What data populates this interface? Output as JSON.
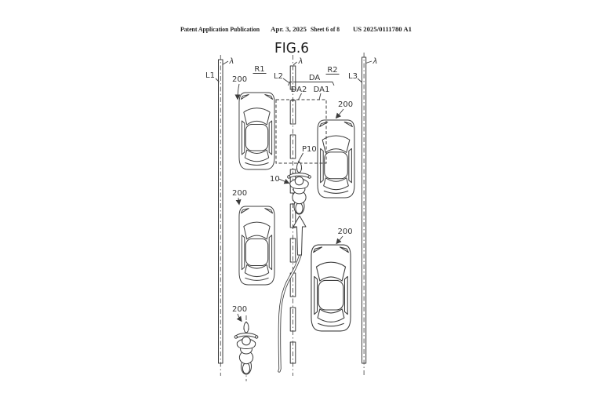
{
  "header": {
    "publication": "Patent Application Publication",
    "date": "Apr. 3, 2025",
    "sheet": "Sheet 6 of 8",
    "patent_number": "US 2025/0111780 A1"
  },
  "figure": {
    "title": "FIG.6",
    "labels": {
      "lambda_left": "λ",
      "lambda_center": "λ",
      "lambda_right": "λ",
      "lane_line_left": "L1",
      "lane_line_center": "L2",
      "lane_line_right": "L3",
      "region_left": "R1",
      "region_right": "R2",
      "detection_area": "DA",
      "detection_area_2": "DA2",
      "detection_area_1": "DA1",
      "position_p10": "P10",
      "ego_motorcycle": "10",
      "vehicle_top_left": "200",
      "vehicle_top_right": "200",
      "vehicle_mid_left": "200",
      "vehicle_mid_right": "200",
      "motorcycle_bottom": "200"
    }
  },
  "colors": {
    "ink": "#3c3c3c",
    "background": "#ffffff"
  }
}
